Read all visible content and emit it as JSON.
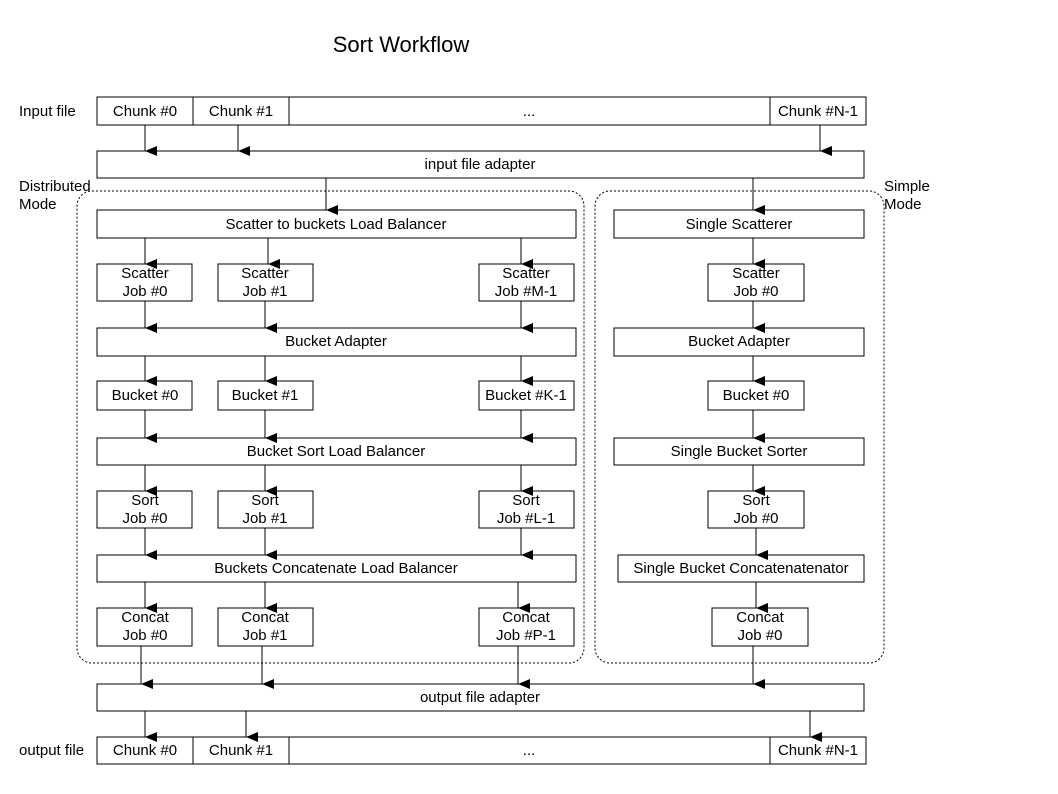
{
  "title": "Sort Workflow",
  "labels": {
    "input_file": "Input file",
    "output_file": "output file",
    "distributed_mode": [
      "Distributed",
      "Mode"
    ],
    "simple_mode": [
      "Simple",
      "Mode"
    ]
  },
  "input_chunks": [
    "Chunk #0",
    "Chunk #1",
    "...",
    "Chunk #N-1"
  ],
  "output_chunks": [
    "Chunk #0",
    "Chunk #1",
    "...",
    "Chunk #N-1"
  ],
  "input_adapter": "input file adapter",
  "output_adapter": "output file adapter",
  "distributed": {
    "scatter_lb": "Scatter to buckets Load Balancer",
    "scatter_jobs": [
      [
        "Scatter",
        "Job #0"
      ],
      [
        "Scatter",
        "Job #1"
      ],
      [
        "Scatter",
        "Job #M-1"
      ]
    ],
    "bucket_adapter": "Bucket Adapter",
    "buckets": [
      "Bucket #0",
      "Bucket #1",
      "Bucket #K-1"
    ],
    "sort_lb": "Bucket Sort Load Balancer",
    "sort_jobs": [
      [
        "Sort",
        "Job #0"
      ],
      [
        "Sort",
        "Job #1"
      ],
      [
        "Sort",
        "Job #L-1"
      ]
    ],
    "concat_lb": "Buckets Concatenate Load Balancer",
    "concat_jobs": [
      [
        "Concat",
        "Job #0"
      ],
      [
        "Concat",
        "Job #1"
      ],
      [
        "Concat",
        "Job #P-1"
      ]
    ]
  },
  "simple": {
    "scatterer": "Single Scatterer",
    "scatter_job": [
      "Scatter",
      "Job #0"
    ],
    "bucket_adapter": "Bucket Adapter",
    "bucket": "Bucket #0",
    "sorter": "Single Bucket Sorter",
    "sort_job": [
      "Sort",
      "Job #0"
    ],
    "concatenator": "Single Bucket Concatenatenator",
    "concat_job": [
      "Concat",
      "Job #0"
    ]
  }
}
